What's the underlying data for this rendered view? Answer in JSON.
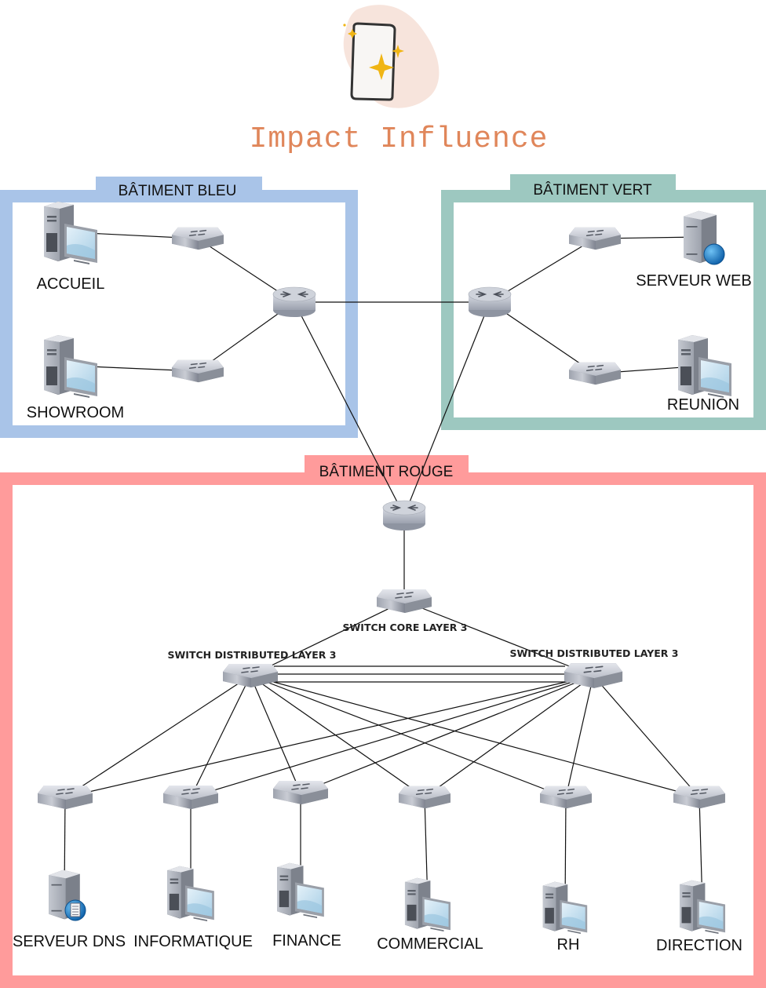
{
  "brand": {
    "name": "Impact Influence",
    "logo_icon": "smartphone-sparkle-icon",
    "colors": {
      "text": "#e0865a",
      "blob": "#f7e4dc",
      "sparkle": "#f0b514"
    }
  },
  "buildings": [
    {
      "id": "bleu",
      "label": "BÂTIMENT BLEU",
      "color": "#a9c4e8",
      "nodes": [
        {
          "id": "bleu-router",
          "type": "router",
          "label": ""
        },
        {
          "id": "bleu-sw1",
          "type": "switch",
          "label": ""
        },
        {
          "id": "bleu-sw2",
          "type": "switch",
          "label": ""
        },
        {
          "id": "accueil",
          "type": "workstation",
          "label": "ACCUEIL"
        },
        {
          "id": "showroom",
          "type": "workstation",
          "label": "SHOWROOM"
        }
      ]
    },
    {
      "id": "vert",
      "label": "BÂTIMENT VERT",
      "color": "#9dc8c0",
      "nodes": [
        {
          "id": "vert-router",
          "type": "router",
          "label": ""
        },
        {
          "id": "vert-sw1",
          "type": "switch",
          "label": ""
        },
        {
          "id": "vert-sw2",
          "type": "switch",
          "label": ""
        },
        {
          "id": "serveur-web",
          "type": "web-server",
          "label": "SERVEUR WEB"
        },
        {
          "id": "reunion",
          "type": "workstation",
          "label": "REUNION"
        }
      ]
    },
    {
      "id": "rouge",
      "label": "BÂTIMENT ROUGE",
      "color": "#ff9b9b",
      "nodes": [
        {
          "id": "rouge-router",
          "type": "router",
          "label": ""
        },
        {
          "id": "core",
          "type": "l3-switch",
          "label": "SWITCH CORE LAYER 3"
        },
        {
          "id": "dist-left",
          "type": "l3-switch",
          "label": "SWITCH DISTRIBUTED LAYER 3"
        },
        {
          "id": "dist-right",
          "type": "l3-switch",
          "label": "SWITCH DISTRIBUTED LAYER 3"
        },
        {
          "id": "acc-dns",
          "type": "l3-switch",
          "label": ""
        },
        {
          "id": "acc-info",
          "type": "l3-switch",
          "label": ""
        },
        {
          "id": "acc-fin",
          "type": "l3-switch",
          "label": ""
        },
        {
          "id": "acc-com",
          "type": "l3-switch",
          "label": ""
        },
        {
          "id": "acc-rh",
          "type": "l3-switch",
          "label": ""
        },
        {
          "id": "acc-dir",
          "type": "l3-switch",
          "label": ""
        },
        {
          "id": "serveur-dns",
          "type": "dns-server",
          "label": "SERVEUR DNS"
        },
        {
          "id": "informatique",
          "type": "workstation",
          "label": "INFORMATIQUE"
        },
        {
          "id": "finance",
          "type": "workstation",
          "label": "FINANCE"
        },
        {
          "id": "commercial",
          "type": "workstation",
          "label": "COMMERCIAL"
        },
        {
          "id": "rh",
          "type": "workstation",
          "label": "RH"
        },
        {
          "id": "direction",
          "type": "workstation",
          "label": "DIRECTION"
        }
      ]
    }
  ],
  "links": [
    [
      "accueil",
      "bleu-sw1"
    ],
    [
      "showroom",
      "bleu-sw2"
    ],
    [
      "bleu-sw1",
      "bleu-router"
    ],
    [
      "bleu-sw2",
      "bleu-router"
    ],
    [
      "bleu-router",
      "vert-router"
    ],
    [
      "vert-router",
      "vert-sw1"
    ],
    [
      "vert-router",
      "vert-sw2"
    ],
    [
      "vert-sw1",
      "serveur-web"
    ],
    [
      "vert-sw2",
      "reunion"
    ],
    [
      "bleu-router",
      "rouge-router"
    ],
    [
      "vert-router",
      "rouge-router"
    ],
    [
      "rouge-router",
      "core"
    ],
    [
      "core",
      "dist-left"
    ],
    [
      "core",
      "dist-right"
    ],
    [
      "dist-left",
      "dist-right"
    ],
    [
      "dist-left",
      "dist-right"
    ],
    [
      "dist-left",
      "dist-right"
    ],
    [
      "dist-left",
      "acc-dns"
    ],
    [
      "dist-left",
      "acc-info"
    ],
    [
      "dist-left",
      "acc-fin"
    ],
    [
      "dist-left",
      "acc-com"
    ],
    [
      "dist-left",
      "acc-rh"
    ],
    [
      "dist-left",
      "acc-dir"
    ],
    [
      "dist-right",
      "acc-dns"
    ],
    [
      "dist-right",
      "acc-info"
    ],
    [
      "dist-right",
      "acc-fin"
    ],
    [
      "dist-right",
      "acc-com"
    ],
    [
      "dist-right",
      "acc-rh"
    ],
    [
      "dist-right",
      "acc-dir"
    ],
    [
      "acc-dns",
      "serveur-dns"
    ],
    [
      "acc-info",
      "informatique"
    ],
    [
      "acc-fin",
      "finance"
    ],
    [
      "acc-com",
      "commercial"
    ],
    [
      "acc-rh",
      "rh"
    ],
    [
      "acc-dir",
      "direction"
    ]
  ]
}
